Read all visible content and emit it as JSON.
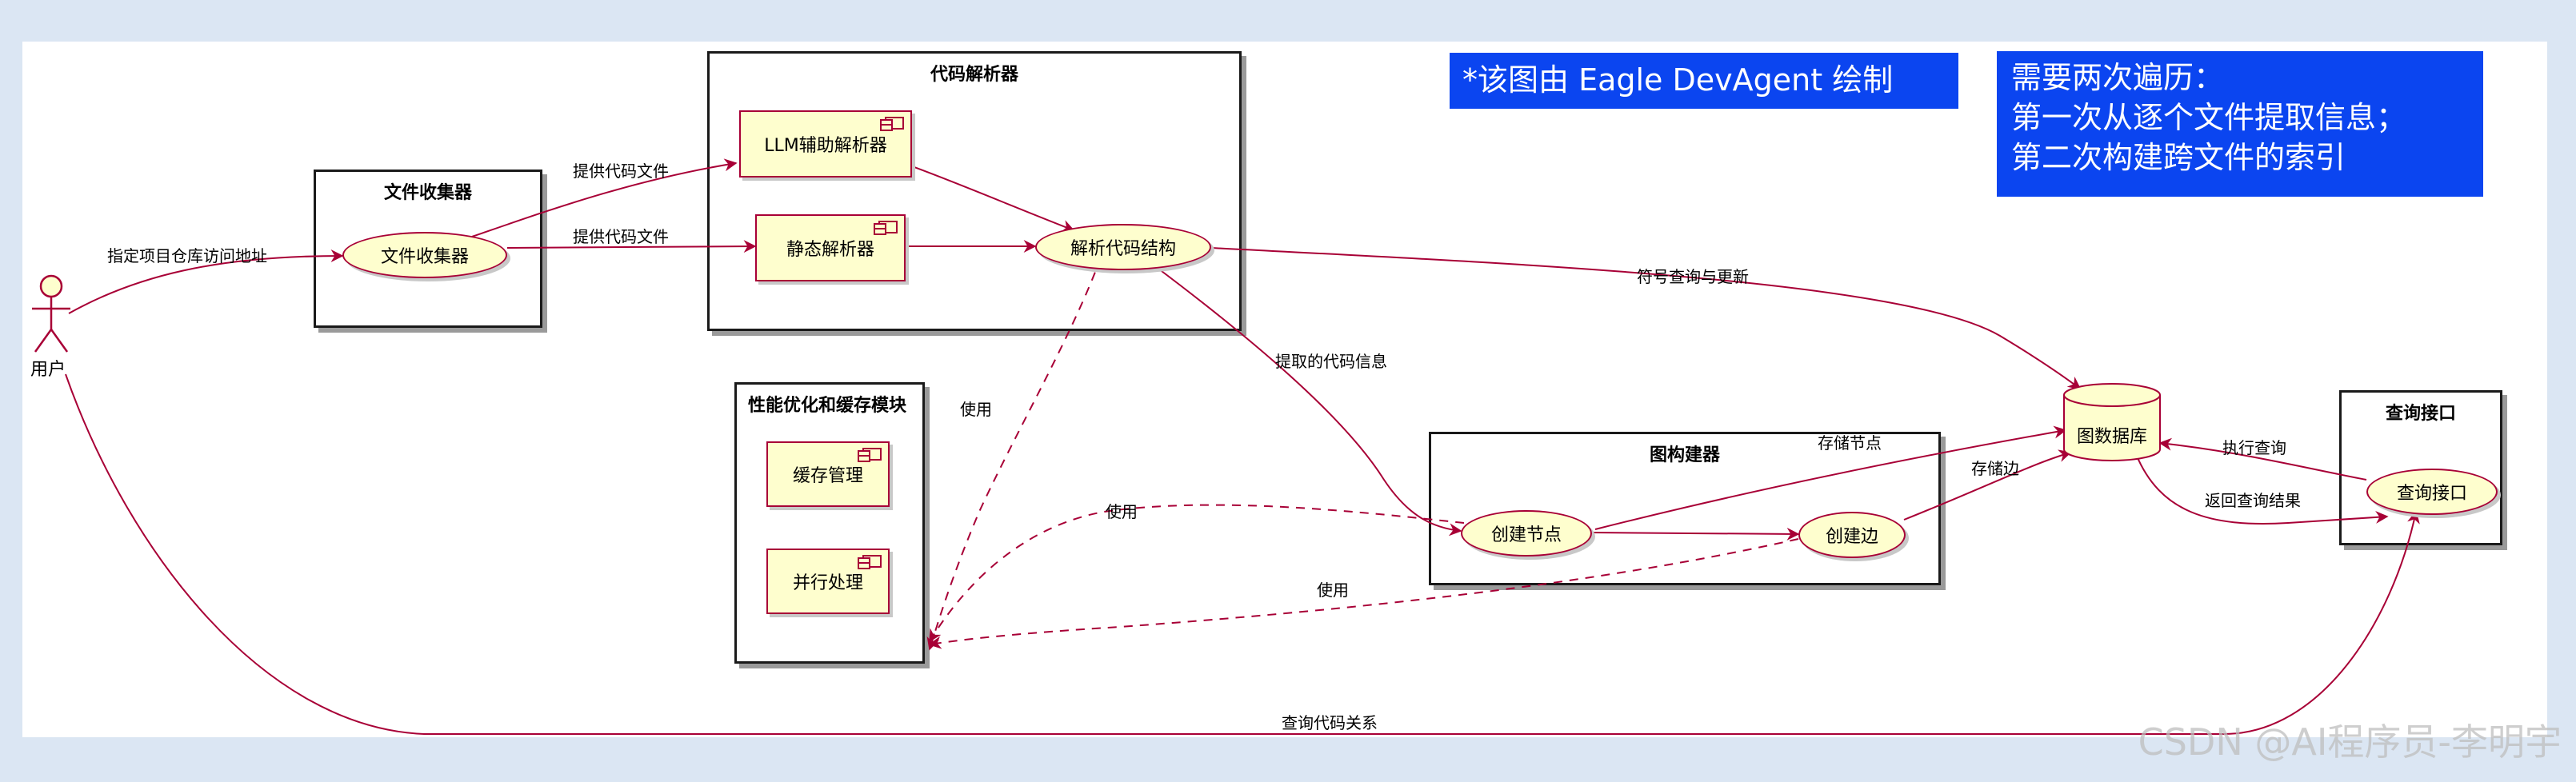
{
  "colors": {
    "accent": "#a80036",
    "fill": "#fefece",
    "note_bg": "#0b45f0",
    "background": "#dbe6f3"
  },
  "actor": {
    "label": "用户",
    "icon": "stick-figure-icon"
  },
  "packages": {
    "file_collector": "文件收集器",
    "code_parser": "代码解析器",
    "perf_cache": "性能优化和缓存模块",
    "graph_builder": "图构建器",
    "query_interface": "查询接口"
  },
  "usecases": {
    "file_collector": "文件收集器",
    "parse_structure": "解析代码结构",
    "create_node": "创建节点",
    "create_edge": "创建边",
    "query_interface": "查询接口"
  },
  "components": {
    "llm_parser": "LLM辅助解析器",
    "static_parser": "静态解析器",
    "cache_mgmt": "缓存管理",
    "parallel": "并行处理"
  },
  "database": {
    "label": "图数据库"
  },
  "edges": {
    "specify_repo": "指定项目仓库访问地址",
    "provide_files_1": "提供代码文件",
    "provide_files_2": "提供代码文件",
    "symbol_query": "符号查询与更新",
    "extracted_info": "提取的代码信息",
    "use_1": "使用",
    "use_2": "使用",
    "use_3": "使用",
    "store_node": "存储节点",
    "store_edge": "存储边",
    "execute_query": "执行查询",
    "return_result": "返回查询结果",
    "query_relation": "查询代码关系"
  },
  "notes": {
    "author": "*该图由 Eagle DevAgent 绘制",
    "traversal": [
      "需要两次遍历：",
      "第一次从逐个文件提取信息；",
      "第二次构建跨文件的索引"
    ]
  },
  "watermark": "CSDN @AI程序员-李明宇"
}
